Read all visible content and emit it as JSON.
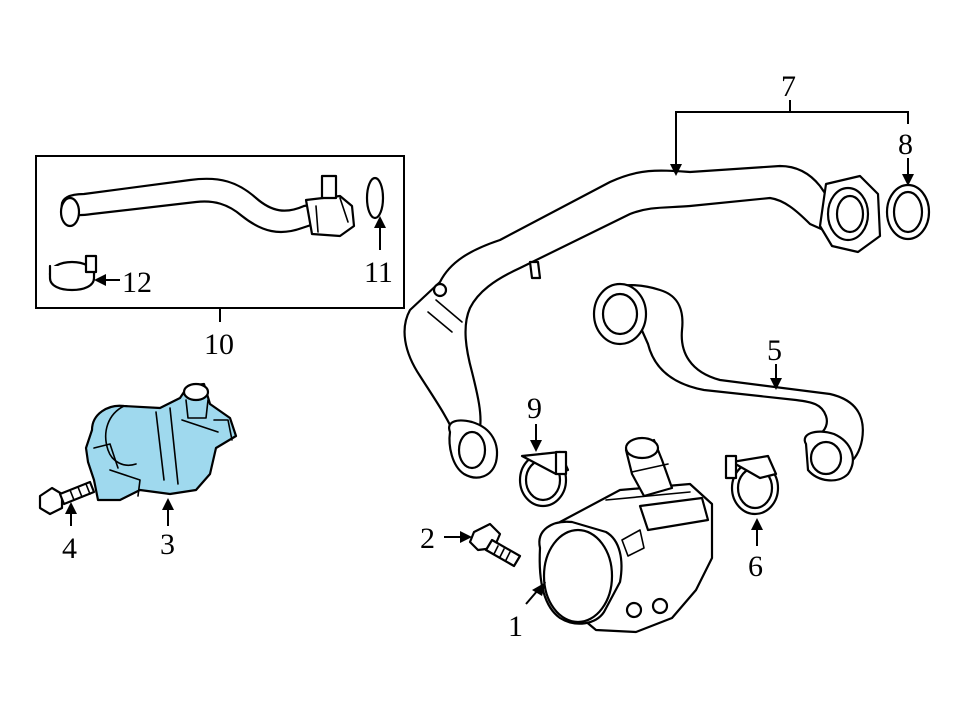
{
  "colors": {
    "background": "#ffffff",
    "linework": "#000000",
    "highlight": "#9fd9ee"
  },
  "callouts": {
    "c1": "1",
    "c2": "2",
    "c3": "3",
    "c4": "4",
    "c5": "5",
    "c6": "6",
    "c7": "7",
    "c8": "8",
    "c9": "9",
    "c10": "10",
    "c11": "11",
    "c12": "12"
  }
}
